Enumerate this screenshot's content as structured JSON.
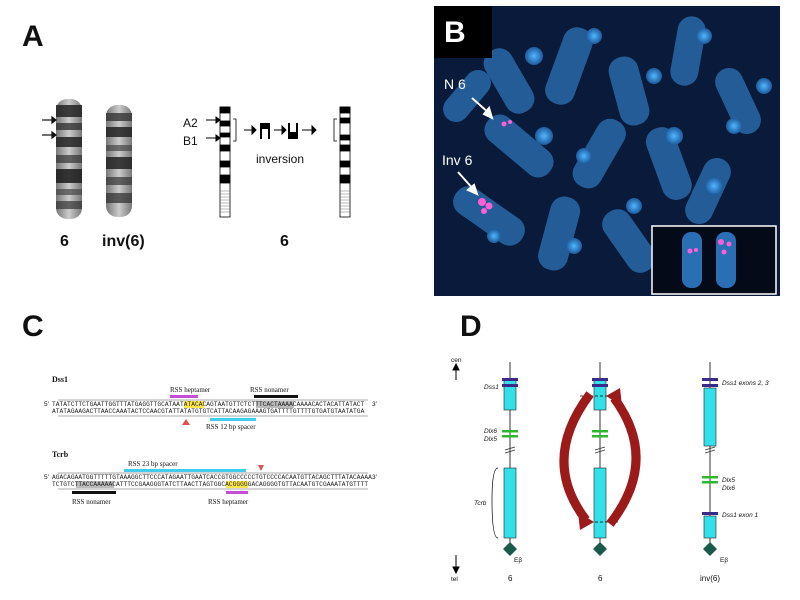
{
  "panels": {
    "a": {
      "letter": "A",
      "label_6": "6",
      "label_inv6": "inv(6)",
      "band_a2": "A2",
      "band_b1": "B1",
      "inversion_label": "inversion",
      "ideogram_label": "6"
    },
    "b": {
      "letter": "B",
      "label_n6": "N 6",
      "label_inv6": "Inv 6",
      "bg_color": "#0a1a3a",
      "chrom_color": "#2e7fc4",
      "signal_color": "#ff5fd6"
    },
    "c": {
      "letter": "C",
      "dss1_title": "Dss1",
      "tcrb_title": "Tcrb",
      "rss_heptamer": "RSS heptamer",
      "rss_nonamer": "RSS nonamer",
      "rss_12_spacer": "RSS 12 bp spacer",
      "rss_23_spacer": "RSS 23 bp spacer",
      "rss_nonamer_b": "RSS nonamer",
      "rss_heptamer_b": "RSS heptamer",
      "prime5": "5'",
      "prime3": "3'",
      "dss1_top": "TATATCTTCTGAATTGGTTTATGAGGTTGCATAATATACACAGTAATGTTCTCTTTCACTAAAACAAAACACTACATTATACT",
      "dss1_bot": "ATATAGAAGACTTAACCAAATACTCCAACGTATTATATGTGTCATTACAAGAGAAAGTGATTTTGTTTTGTGATGTAATATGA",
      "tcrb_top": "AGACAGAATGGTTTTTGTAAAGGCTTCCCATAGAATTGAATCACCGTGGCCCCCTGTCCCCACAATGTTACAGCTTTATACAAAA",
      "tcrb_bot": "TCTGTCTTACCAAAAACATTTCCGAAGGGTATCTTAACTTAGTGGCACGGGGGACAGGGGTGTTACAATGTCGAAATATGTTTT"
    },
    "d": {
      "letter": "D",
      "cen": "cen",
      "tel": "tel",
      "dss1": "Dss1",
      "dlx6": "Dlx6",
      "dlx5": "Dlx5",
      "tcrb": "Tcrb",
      "dss1_exons": "Dss1 exons 2, 3",
      "dlx5_r": "Dlx5",
      "dlx6_r": "Dlx6",
      "dss1_exon1": "Dss1 exon 1",
      "eb": "Eβ",
      "eb2": "Eβ",
      "label1": "6",
      "label2": "6",
      "label3": "inv(6)",
      "cyan": "#33e0ea",
      "purple": "#3a2a8a",
      "green": "#2fb82f",
      "dark_green": "#1a5a4a",
      "arrow_red": "#9b1b1b"
    }
  }
}
